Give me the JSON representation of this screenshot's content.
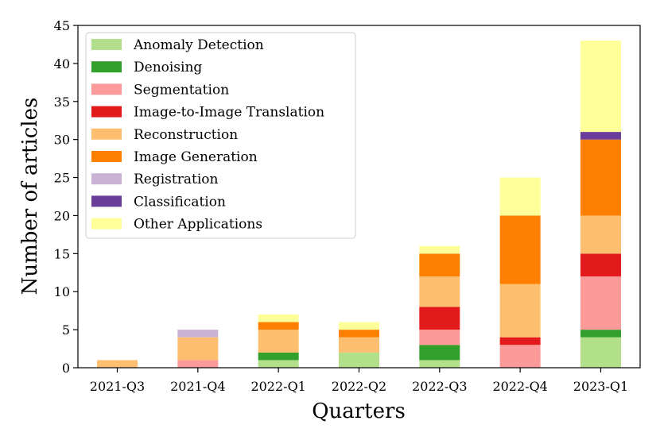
{
  "chart_data": {
    "type": "bar",
    "stacked": true,
    "title": "",
    "xlabel": "Quarters",
    "ylabel": "Number of articles",
    "ylim": [
      0,
      45
    ],
    "yticks": [
      "0",
      "5",
      "10",
      "15",
      "20",
      "25",
      "30",
      "35",
      "40",
      "45"
    ],
    "categories": [
      "2021-Q3",
      "2021-Q4",
      "2022-Q1",
      "2022-Q2",
      "2022-Q3",
      "2022-Q4",
      "2023-Q1"
    ],
    "legend_position": "top-left",
    "grid": false,
    "series": [
      {
        "name": "Anomaly Detection",
        "color": "#b2df8a",
        "values": [
          0,
          0,
          1,
          2,
          1,
          0,
          4
        ]
      },
      {
        "name": "Denoising",
        "color": "#33a02c",
        "values": [
          0,
          0,
          1,
          0,
          2,
          0,
          1
        ]
      },
      {
        "name": "Segmentation",
        "color": "#fb9a99",
        "values": [
          0,
          1,
          0,
          0,
          2,
          3,
          7
        ]
      },
      {
        "name": "Image-to-Image Translation",
        "color": "#e31a1c",
        "values": [
          0,
          0,
          0,
          0,
          3,
          1,
          3
        ]
      },
      {
        "name": "Reconstruction",
        "color": "#fdbf6f",
        "values": [
          1,
          3,
          3,
          2,
          4,
          7,
          5
        ]
      },
      {
        "name": "Image Generation",
        "color": "#ff7f00",
        "values": [
          0,
          0,
          1,
          1,
          3,
          9,
          10
        ]
      },
      {
        "name": "Registration",
        "color": "#cab2d6",
        "values": [
          0,
          1,
          0,
          0,
          0,
          0,
          0
        ]
      },
      {
        "name": "Classification",
        "color": "#6a3d9a",
        "values": [
          0,
          0,
          0,
          0,
          0,
          0,
          1
        ]
      },
      {
        "name": "Other Applications",
        "color": "#ffff99",
        "values": [
          0,
          0,
          1,
          1,
          1,
          5,
          12
        ]
      }
    ]
  }
}
